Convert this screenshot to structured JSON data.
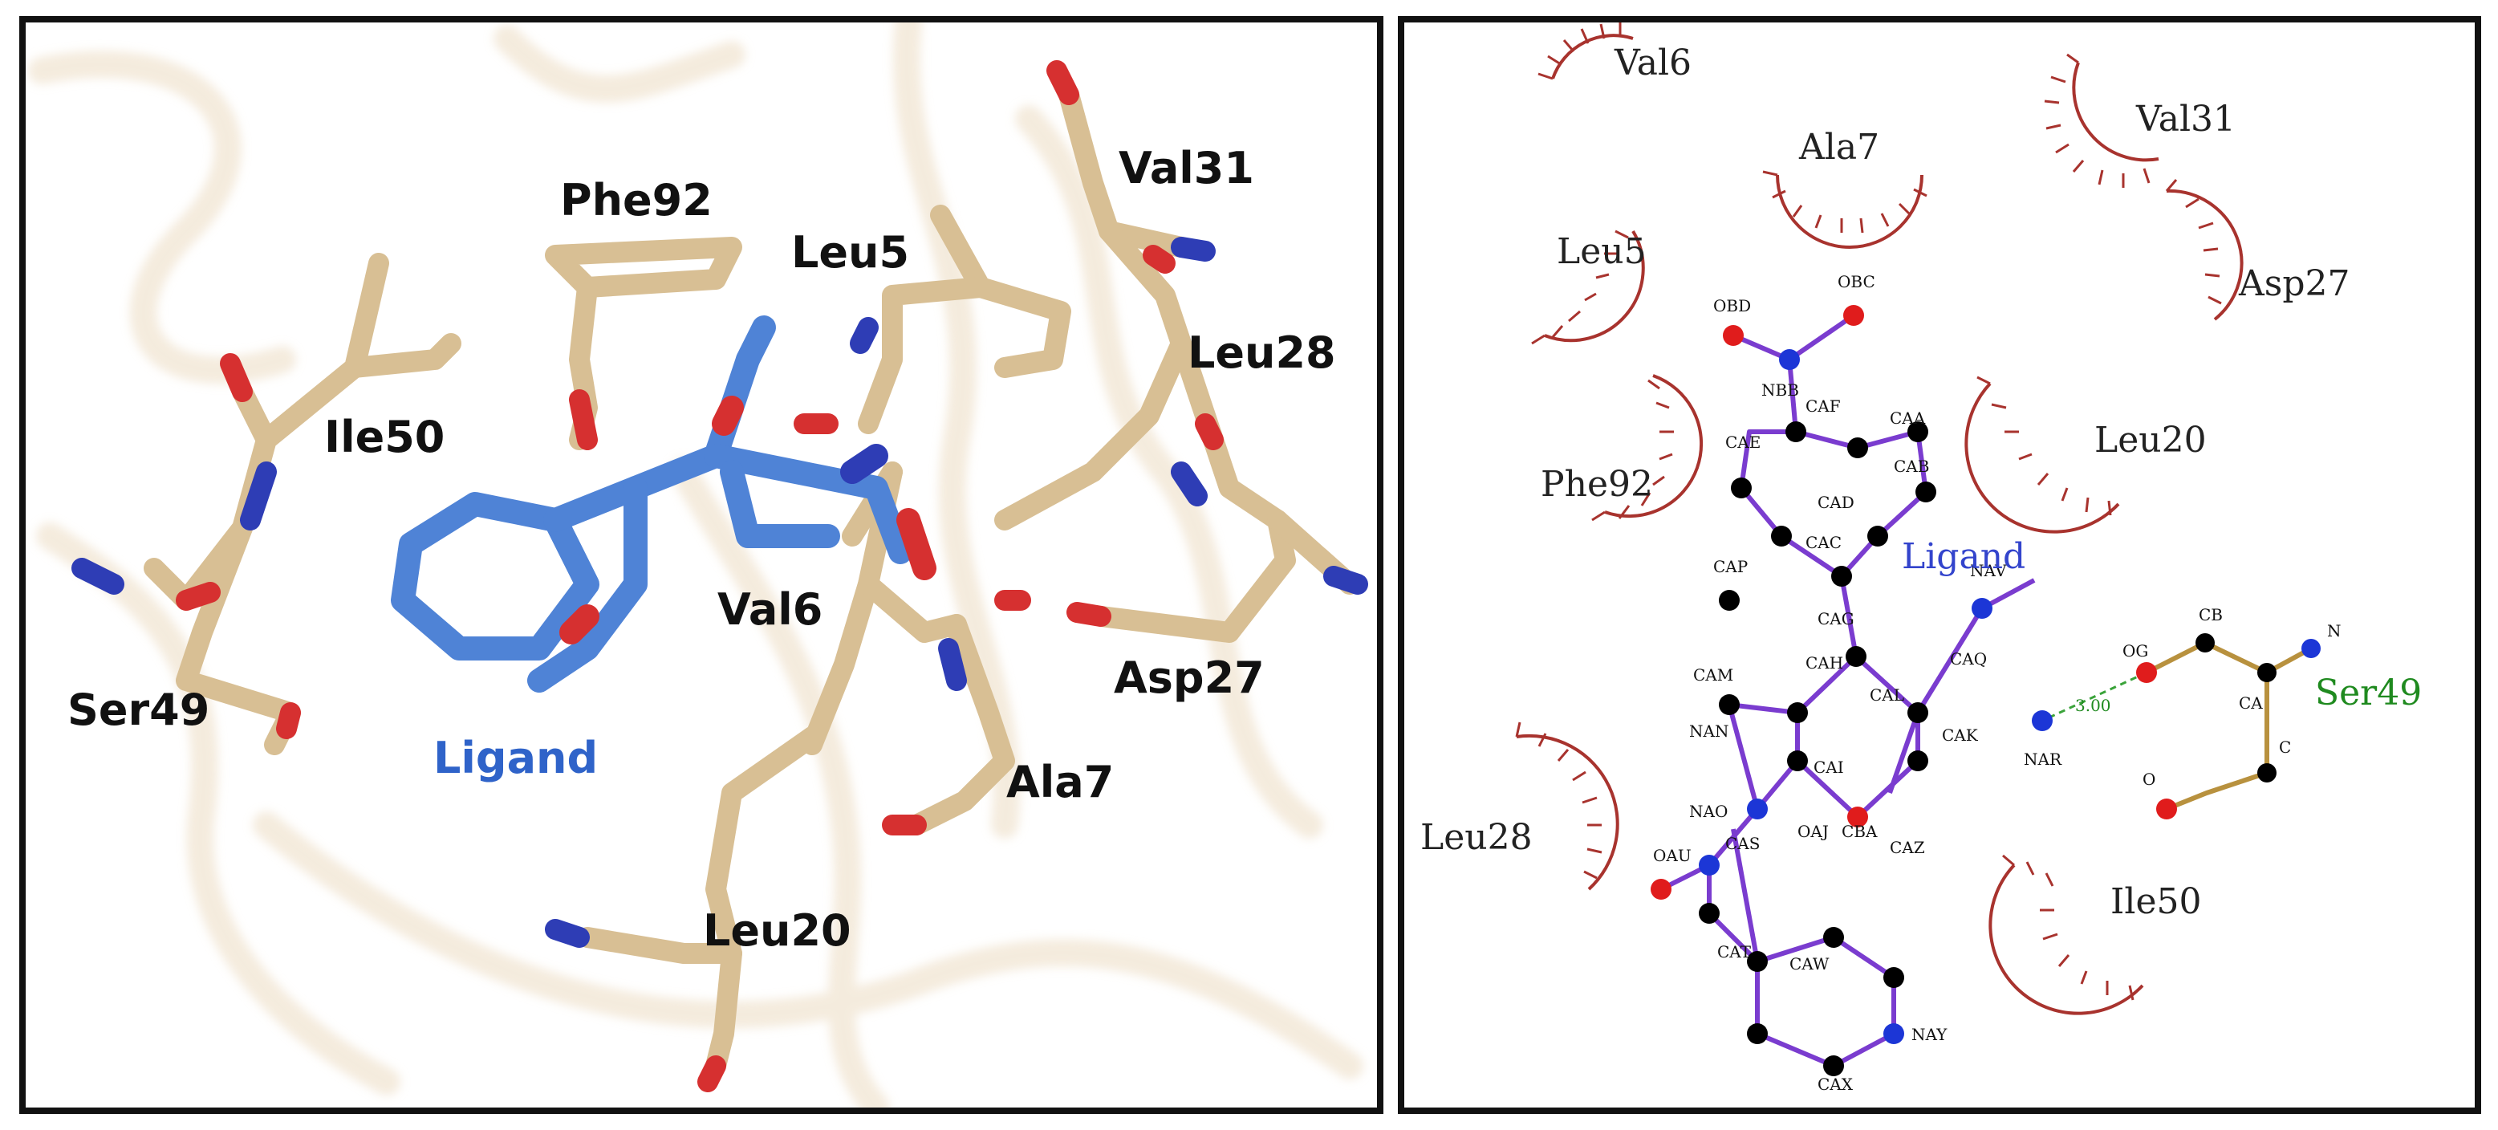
{
  "panel_3d": {
    "ligand_label": "Ligand",
    "residue_labels": [
      "Phe92",
      "Val31",
      "Leu5",
      "Leu28",
      "Ile50",
      "Val6",
      "Asp27",
      "Ser49",
      "Ala7",
      "Leu20"
    ]
  },
  "panel_2d": {
    "ligand_label": "Ligand",
    "hydrophobic_residues": [
      "Val6",
      "Ala7",
      "Val31",
      "Leu5",
      "Asp27",
      "Leu20",
      "Phe92",
      "Leu28",
      "Ile50"
    ],
    "hbond_residue": "Ser49",
    "hbond_distance": "3.00",
    "ligand_atoms": [
      "OBD",
      "OBC",
      "NBB",
      "CAF",
      "CAE",
      "CAA",
      "CAB",
      "CAD",
      "CAC",
      "NAV",
      "CAP",
      "CAG",
      "CAH",
      "CAQ",
      "CAM",
      "CAL",
      "NAN",
      "CAI",
      "CAK",
      "NAR",
      "NAO",
      "OAJ",
      "CAS",
      "CBA",
      "CAZ",
      "OAU",
      "CAT",
      "CAW",
      "NAY",
      "CAX"
    ],
    "ser49_atoms": [
      "CB",
      "N",
      "OG",
      "CA",
      "C",
      "O"
    ]
  },
  "colors": {
    "protein_sticks": "#d8bf94",
    "ligand_sticks": "#4f83d6",
    "oxygen": "#d63030",
    "nitrogen": "#2e3db5",
    "ligand_bonds_2d": "#7a3ccf",
    "residue_arcs": "#a8332e",
    "hbond": "#3aa33a"
  }
}
